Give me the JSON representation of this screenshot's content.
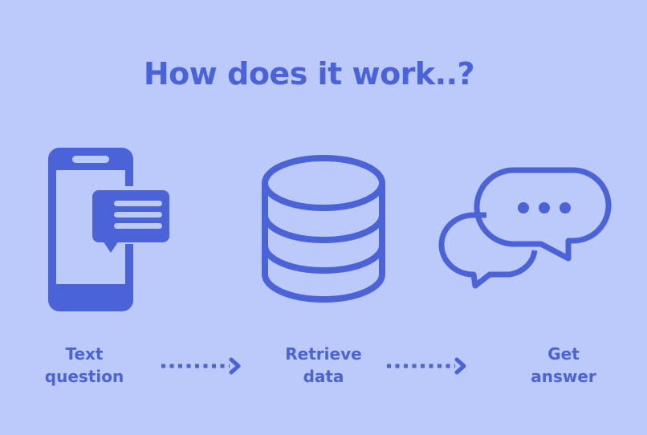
{
  "title": "How does it work..?",
  "colors": {
    "background": "#bcc9fb",
    "accent": "#4b63d8"
  },
  "steps": [
    {
      "icon": "phone-message-icon",
      "line1": "Text",
      "line2": "question"
    },
    {
      "icon": "database-icon",
      "line1": "Retrieve",
      "line2": "data"
    },
    {
      "icon": "chat-bubbles-icon",
      "line1": "Get",
      "line2": "answer"
    }
  ],
  "connectors": [
    {
      "from": "Text question",
      "to": "Retrieve data",
      "style": "dotted-arrow"
    },
    {
      "from": "Retrieve data",
      "to": "Get answer",
      "style": "dotted-arrow"
    }
  ]
}
